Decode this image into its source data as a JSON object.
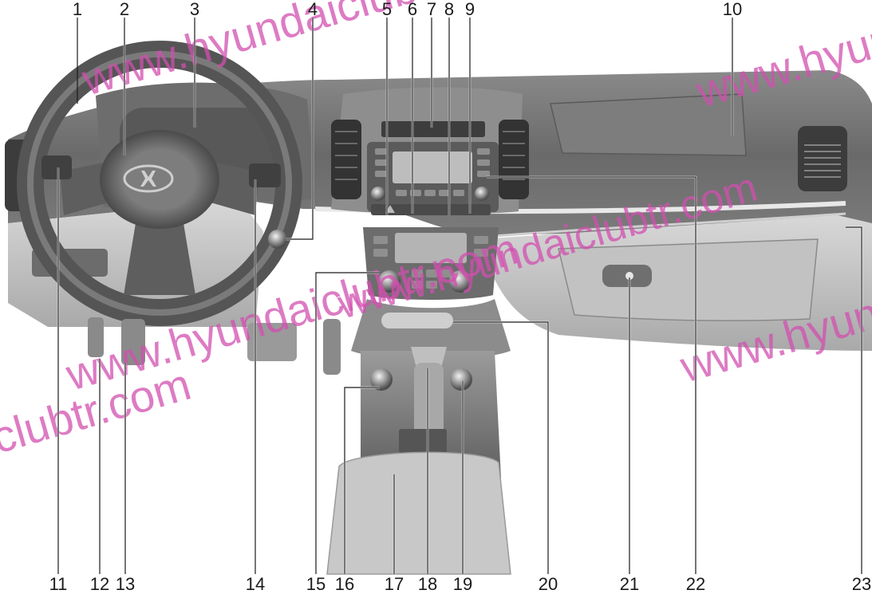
{
  "callouts": [
    "1",
    "2",
    "3",
    "4",
    "5",
    "6",
    "7",
    "8",
    "9",
    "10",
    "11",
    "12",
    "13",
    "14",
    "15",
    "16",
    "17",
    "18",
    "19",
    "20",
    "21",
    "22",
    "23"
  ],
  "watermarks": [
    "www.hyundaiclubtr.com",
    "www.hyundaiclubtr.com",
    "www.hyundaiclubtr.com",
    "www.hyundaiclubtr.com",
    "www.hyundaiclubtr.com",
    "www.hyundaiclubtr.com"
  ],
  "logo": "hyundai-logo"
}
